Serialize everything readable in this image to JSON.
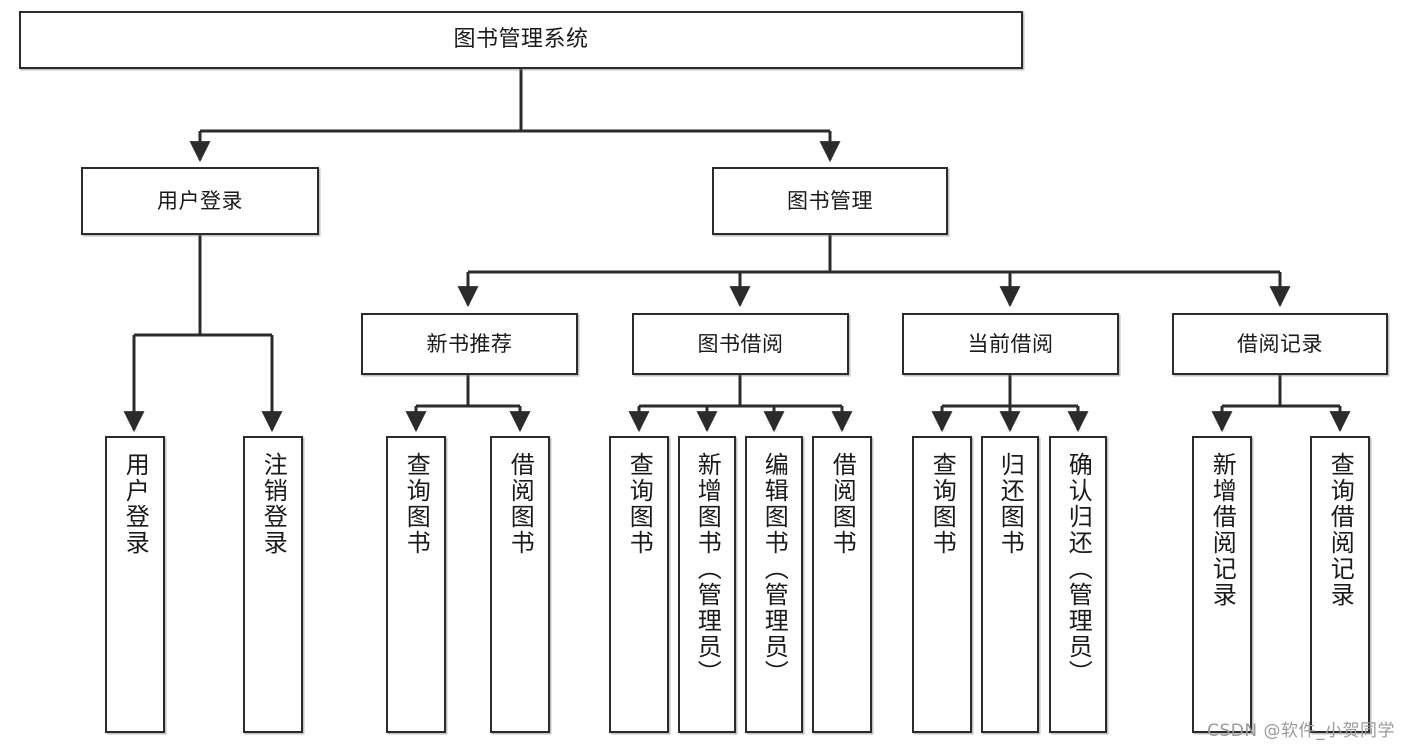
{
  "diagram": {
    "title": "图书管理系统",
    "type": "tree",
    "watermark": "CSDN @软件_小贺同学",
    "colors": {
      "border": "#2b2b2b",
      "fill": "#ffffff",
      "edge": "#2b2b2b",
      "watermark": "#9a9a9a"
    },
    "levels": {
      "root": {
        "label": "图书管理系统"
      },
      "level2": [
        {
          "label": "用户登录"
        },
        {
          "label": "图书管理"
        }
      ],
      "level3": [
        {
          "label": "新书推荐"
        },
        {
          "label": "图书借阅"
        },
        {
          "label": "当前借阅"
        },
        {
          "label": "借阅记录"
        }
      ],
      "leaves": [
        {
          "label": "用户登录",
          "parent": "用户登录"
        },
        {
          "label": "注销登录",
          "parent": "用户登录"
        },
        {
          "label": "查询图书",
          "parent": "新书推荐"
        },
        {
          "label": "借阅图书",
          "parent": "新书推荐"
        },
        {
          "label": "查询图书",
          "parent": "图书借阅"
        },
        {
          "label": "新增图书（管理员）",
          "parent": "图书借阅"
        },
        {
          "label": "编辑图书（管理员）",
          "parent": "图书借阅"
        },
        {
          "label": "借阅图书",
          "parent": "图书借阅"
        },
        {
          "label": "查询图书",
          "parent": "当前借阅"
        },
        {
          "label": "归还图书",
          "parent": "当前借阅"
        },
        {
          "label": "确认归还（管理员）",
          "parent": "当前借阅"
        },
        {
          "label": "新增借阅记录",
          "parent": "借阅记录"
        },
        {
          "label": "查询借阅记录",
          "parent": "借阅记录"
        }
      ]
    }
  }
}
